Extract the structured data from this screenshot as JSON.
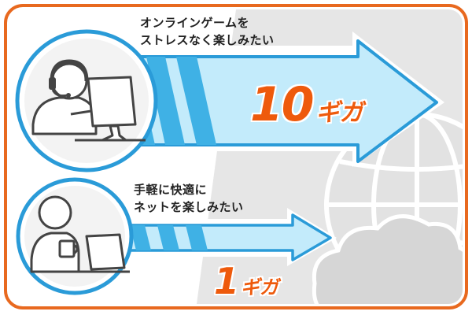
{
  "plans": [
    {
      "description_line1": "オンラインゲームを",
      "description_line2": "ストレスなく楽しみたい",
      "speed_value": "10",
      "speed_unit": "ギガ",
      "illustration_icon": "headset-gamer-at-computer-icon"
    },
    {
      "description_line1": "手軽に快適に",
      "description_line2": "ネットを楽しみたい",
      "speed_value": "1",
      "speed_unit": "ギガ",
      "illustration_icon": "person-with-mug-at-laptop-icon"
    }
  ],
  "background_icons": [
    "globe-icon",
    "cloud-icon"
  ],
  "colors": {
    "frame": "#e8691f",
    "panel": "#e6e6e6",
    "arrow_fill": "#c3ebfb",
    "arrow_stripe": "#3fb1e5",
    "arrow_outline": "#2a9bd8",
    "speed_text": "#ee5a0c",
    "icon_stroke": "#444444"
  }
}
